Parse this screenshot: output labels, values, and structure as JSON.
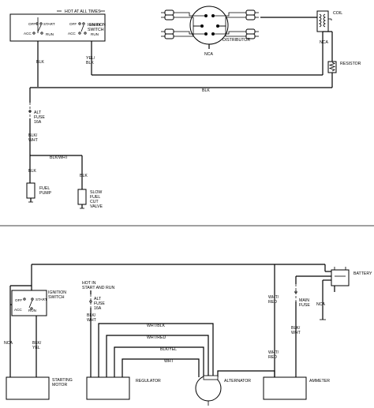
{
  "top": {
    "hot_label": "HOT AT ALL TIMES",
    "ign_switch": [
      "IGNITION",
      "SWITCH"
    ],
    "switch_left": {
      "off": "OFF",
      "start": "START",
      "acc": "ACC",
      "run": "RUN"
    },
    "switch_right": {
      "off": "OFF",
      "start": "START",
      "acc": "ACC",
      "run": "RUN"
    },
    "blk1": "BLK",
    "yel_blk": [
      "YEL/",
      "BLK"
    ],
    "distributor": "DISTRIBUTOR",
    "nca_dist": "NCA",
    "coil": "COIL",
    "nca_coil": "NCA",
    "resistor": "RESISTOR",
    "blk_main": "BLK",
    "alt_fuse": [
      "ALT",
      "FUSE",
      "16A"
    ],
    "blk_wht": [
      "BLK/",
      "WHT"
    ],
    "blk_wht2": "BLK/WHT",
    "blk_left": "BLK",
    "blk_right": "BLK",
    "fuel_pump": [
      "FUEL",
      "PUMP"
    ],
    "slow_fuel": [
      "SLOW",
      "FUEL",
      "CUT",
      "VALVE"
    ]
  },
  "bottom": {
    "battery": "BATTERY",
    "ign_switch": [
      "IGNITION",
      "SWITCH"
    ],
    "switch": {
      "off": "OFF",
      "start": "START",
      "acc": "ACC",
      "run": "RUN"
    },
    "hot_in": [
      "HOT IN",
      "START AND RUN"
    ],
    "alt_fuse": [
      "ALT",
      "FUSE",
      "16A"
    ],
    "blk_wht_left": [
      "BLK/",
      "WHT"
    ],
    "main_fuse": [
      "MAIN",
      "FUSE"
    ],
    "nca_batt": "NCA",
    "wht_red_top": [
      "WHT/",
      "RED"
    ],
    "blk_wht_right": [
      "BLK/",
      "WHT"
    ],
    "nca_left": "NCA",
    "blk_yel": [
      "BLK/",
      "YEL"
    ],
    "wire_wht_blk": "WHT/BLK",
    "wire_wht_red": "WHT/RED",
    "wire_blk_yel": "BLK/YEL",
    "wire_wht": "WHT",
    "wht_red_bottom": [
      "WHT/",
      "RED"
    ],
    "starting_motor": [
      "STARTING",
      "MOTOR"
    ],
    "regulator": "REGULATOR",
    "alternator": "ALTERNATOR",
    "ammeter": "AMMETER"
  }
}
